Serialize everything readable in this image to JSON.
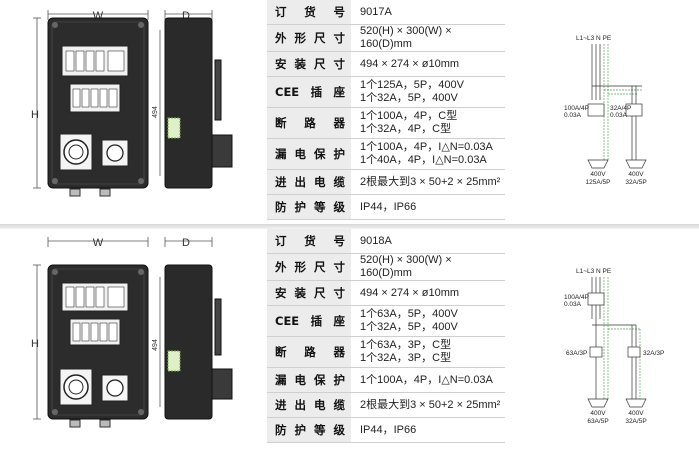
{
  "sections": [
    {
      "drawing": {
        "front_width_label": "W",
        "height_label": "H",
        "depth_label": "D",
        "dim_label": "494"
      },
      "rows": [
        {
          "label": "订货号",
          "lines": [
            "9017A"
          ]
        },
        {
          "label": "外形尺寸",
          "lines": [
            "520(H) × 300(W) × 160(D)mm"
          ]
        },
        {
          "label": "安装尺寸",
          "lines": [
            "494 × 274 × ø10mm"
          ]
        },
        {
          "label": "CEE插座",
          "lines": [
            "1个125A，5P，400V",
            "1个32A，5P，400V"
          ]
        },
        {
          "label": "断路器",
          "lines": [
            "1个100A，4P，C型",
            "1个32A，4P，C型"
          ]
        },
        {
          "label": "漏电保护",
          "lines": [
            "1个100A，4P，I△N=0.03A",
            "1个40A，4P，I△N=0.03A"
          ]
        },
        {
          "label": "进出电缆",
          "lines": [
            "2根最大到3 × 50+2 × 25mm²"
          ]
        },
        {
          "label": "防护等级",
          "lines": [
            "IP44，IP66"
          ]
        }
      ],
      "schematic": {
        "bus_label": "L1~L3 N PE",
        "breaker_1": [
          "100A/4P",
          "0.03A"
        ],
        "breaker_2": [
          "32A/4P",
          "0.03A"
        ],
        "outlet_1": [
          "400V",
          "125A/5P"
        ],
        "outlet_2": [
          "400V",
          "32A/5P"
        ]
      }
    },
    {
      "drawing": {
        "front_width_label": "W",
        "height_label": "H",
        "depth_label": "D",
        "dim_label": "494"
      },
      "rows": [
        {
          "label": "订货号",
          "lines": [
            "9018A"
          ]
        },
        {
          "label": "外形尺寸",
          "lines": [
            "520(H) × 300(W) × 160(D)mm"
          ]
        },
        {
          "label": "安装尺寸",
          "lines": [
            "494 × 274 × ø10mm"
          ]
        },
        {
          "label": "CEE插座",
          "lines": [
            "1个63A，5P，400V",
            "1个32A，5P，400V"
          ]
        },
        {
          "label": "断路器",
          "lines": [
            "1个63A，3P，C型",
            "1个32A，3P，C型"
          ]
        },
        {
          "label": "漏电保护",
          "lines": [
            "1个100A，4P，I△N=0.03A"
          ]
        },
        {
          "label": "进出电缆",
          "lines": [
            "2根最大到3 × 50+2 × 25mm²"
          ]
        },
        {
          "label": "防护等级",
          "lines": [
            "IP44，IP66"
          ]
        }
      ],
      "schematic": {
        "bus_label": "L1~L3 N PE",
        "breaker_main": [
          "100A/4P",
          "0.03A"
        ],
        "breaker_1": [
          "63A/3P"
        ],
        "breaker_2": [
          "32A/3P"
        ],
        "outlet_1": [
          "400V",
          "63A/5P"
        ],
        "outlet_2": [
          "400V",
          "32A/5P"
        ]
      }
    }
  ]
}
